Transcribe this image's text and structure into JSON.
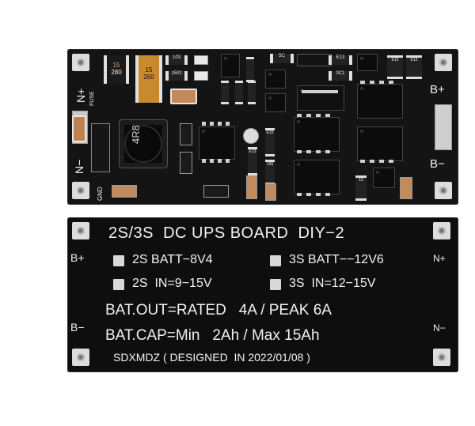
{
  "top_board": {
    "labels": {
      "n_plus": "N+",
      "fuse": "FUSE",
      "n_minus": "N−",
      "gnd": "GND",
      "b_plus": "B+",
      "b_minus": "B−"
    },
    "components": {
      "inductor_code": "4R8",
      "fuse_1_code": "280",
      "fuse_1_prefix": "15",
      "fuse_2_code": "260",
      "fuse_2_prefix": "15",
      "res_codes": [
        "103",
        "1502",
        "5C",
        "E13",
        "E15",
        "E13",
        "106",
        "E15",
        "E13",
        "0C1",
        "15"
      ]
    }
  },
  "bottom_board": {
    "title": "2S/3S  DC UPS BOARD  DIY−2",
    "left_top": "B+",
    "left_bottom": "B−",
    "right_top": "N+",
    "right_bottom": "N−",
    "option_2s_batt": "2S BATT−8V4",
    "option_3s_batt": "3S BATT−−12V6",
    "option_2s_in": "2S  IN=9−15V",
    "option_3s_in": "3S  IN=12−15V",
    "bat_out": "BAT.OUT=RATED   4A / PEAK 6A",
    "bat_cap": "BAT.CAP=Min   2Ah / Max 15Ah",
    "designed": "SDXMDZ ( DESIGNED  IN 2022/01/08 )"
  }
}
